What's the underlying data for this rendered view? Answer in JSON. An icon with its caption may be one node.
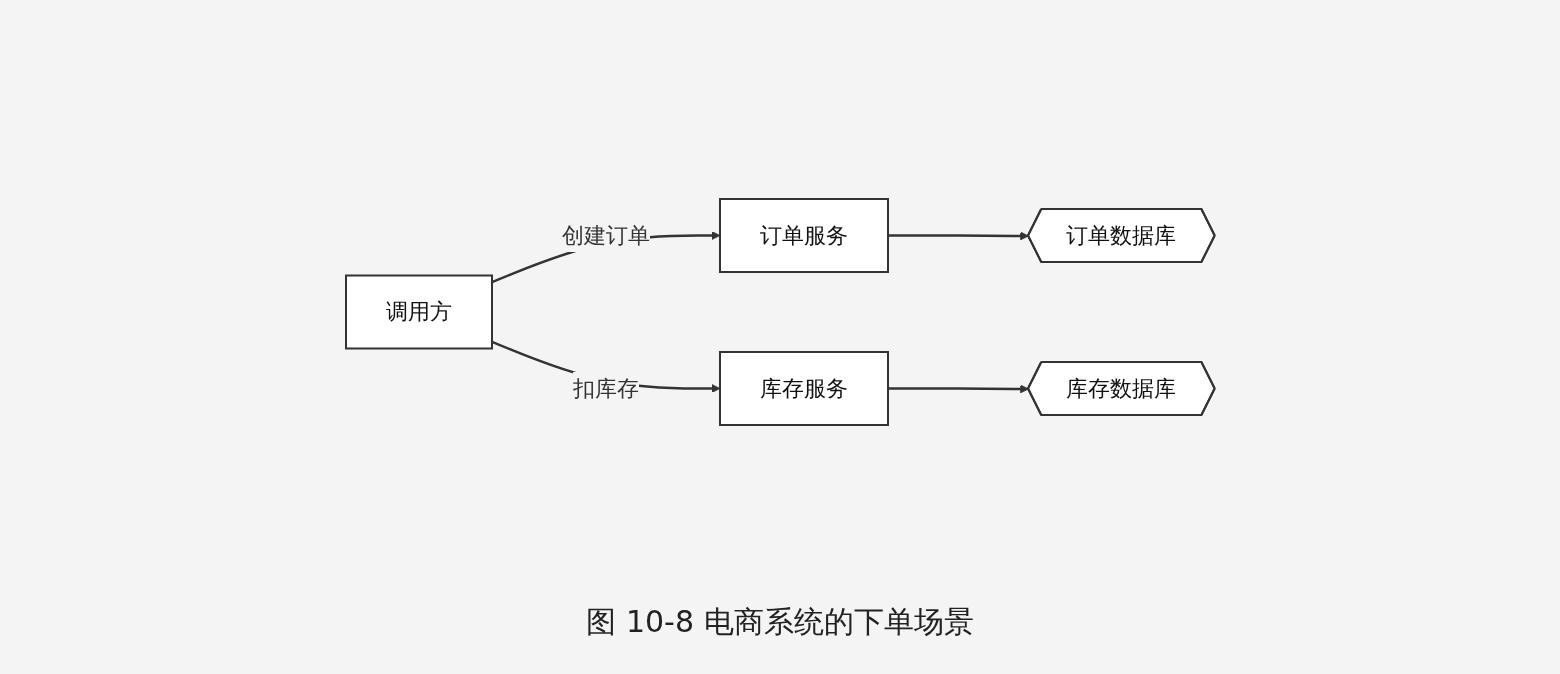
{
  "diagram": {
    "caption": "图 10-8 电商系统的下单场景",
    "nodes": [
      {
        "text": [
          "调用方"
        ]
      },
      {
        "text": [
          "订单服务"
        ]
      },
      {
        "text": [
          "订单数据库"
        ]
      },
      {
        "text": [
          "库存服务"
        ]
      },
      {
        "text": [
          "库存数据库"
        ]
      }
    ],
    "edges": [
      {
        "from": 0,
        "to": 1,
        "arrow": "to",
        "label": "创建订单"
      },
      {
        "from": 1,
        "to": 2,
        "arrow": "to"
      },
      {
        "from": 0,
        "to": 3,
        "arrow": "to",
        "label": "扣库存"
      },
      {
        "from": 3,
        "to": 4,
        "arrow": "to"
      }
    ]
  }
}
